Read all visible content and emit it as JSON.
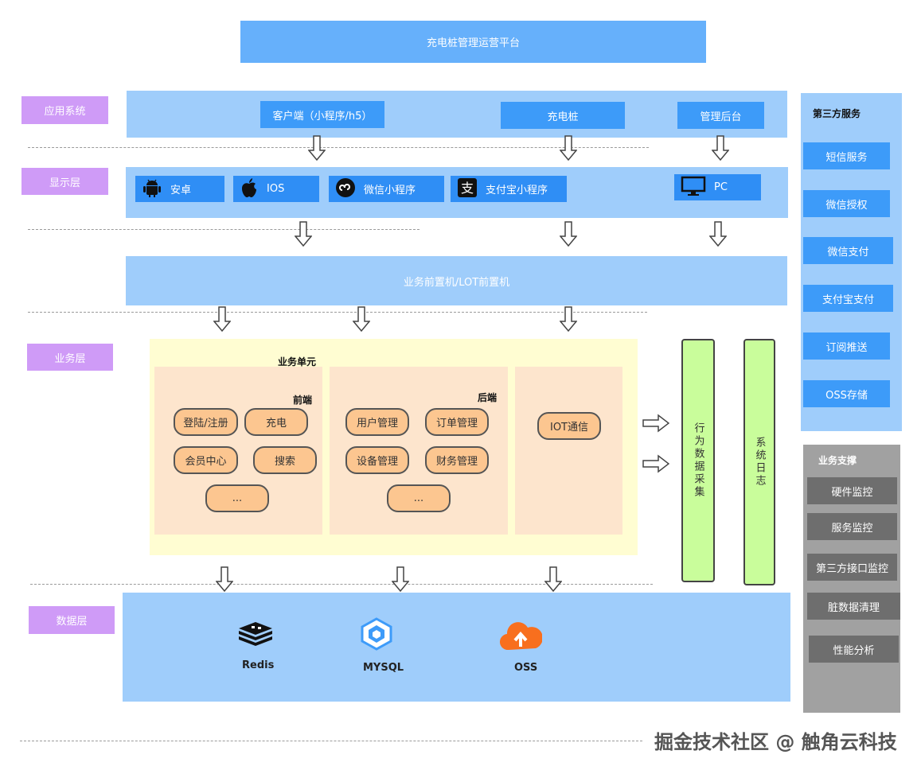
{
  "title": "充电桩管理运营平台",
  "layers": {
    "app": "应用系统",
    "display": "显示层",
    "business": "业务层",
    "data": "数据层"
  },
  "app_system": [
    "客户端（小程序/h5）",
    "充电桩",
    "管理后台"
  ],
  "display_platforms": [
    {
      "label": "安卓",
      "icon": "android-icon"
    },
    {
      "label": "IOS",
      "icon": "apple-icon"
    },
    {
      "label": "微信小程序",
      "icon": "wechat-miniprogram-icon"
    },
    {
      "label": "支付宝小程序",
      "icon": "alipay-icon"
    },
    {
      "label": "PC",
      "icon": "monitor-icon"
    }
  ],
  "gateway": "业务前置机/LOT前置机",
  "business": {
    "unit_title": "业务单元",
    "front_title": "前端",
    "back_title": "后端",
    "front_items": [
      "登陆/注册",
      "充电",
      "会员中心",
      "搜索",
      "..."
    ],
    "back_items": [
      "用户管理",
      "订单管理",
      "设备管理",
      "财务管理",
      "..."
    ],
    "iot_item": "IOT通信"
  },
  "vertical_bars": [
    "行为数据采集",
    "系统日志"
  ],
  "third_party": {
    "title": "第三方服务",
    "items": [
      "短信服务",
      "微信授权",
      "微信支付",
      "支付宝支付",
      "订阅推送",
      "OSS存储"
    ]
  },
  "support": {
    "title": "业务支撑",
    "items": [
      "硬件监控",
      "服务监控",
      "第三方接口监控",
      "脏数据清理",
      "性能分析"
    ]
  },
  "data_stores": [
    {
      "label": "Redis",
      "icon": "redis-icon"
    },
    {
      "label": "MYSQL",
      "icon": "mysql-icon"
    },
    {
      "label": "OSS",
      "icon": "oss-cloud-icon"
    }
  ],
  "watermark": "掘金技术社区 @ 触角云科技",
  "colors": {
    "title_blue": "#66b0fb",
    "band_blue": "#9fcdfb",
    "button_blue": "#3d9bf9",
    "layer_purple": "#cf9bf7",
    "biz_yellow": "#fffdd2",
    "biz_peach": "#fde5cd",
    "pill_orange": "#fcc690",
    "bar_green": "#c9fd9b",
    "support_gray": "#a1a1a1"
  }
}
